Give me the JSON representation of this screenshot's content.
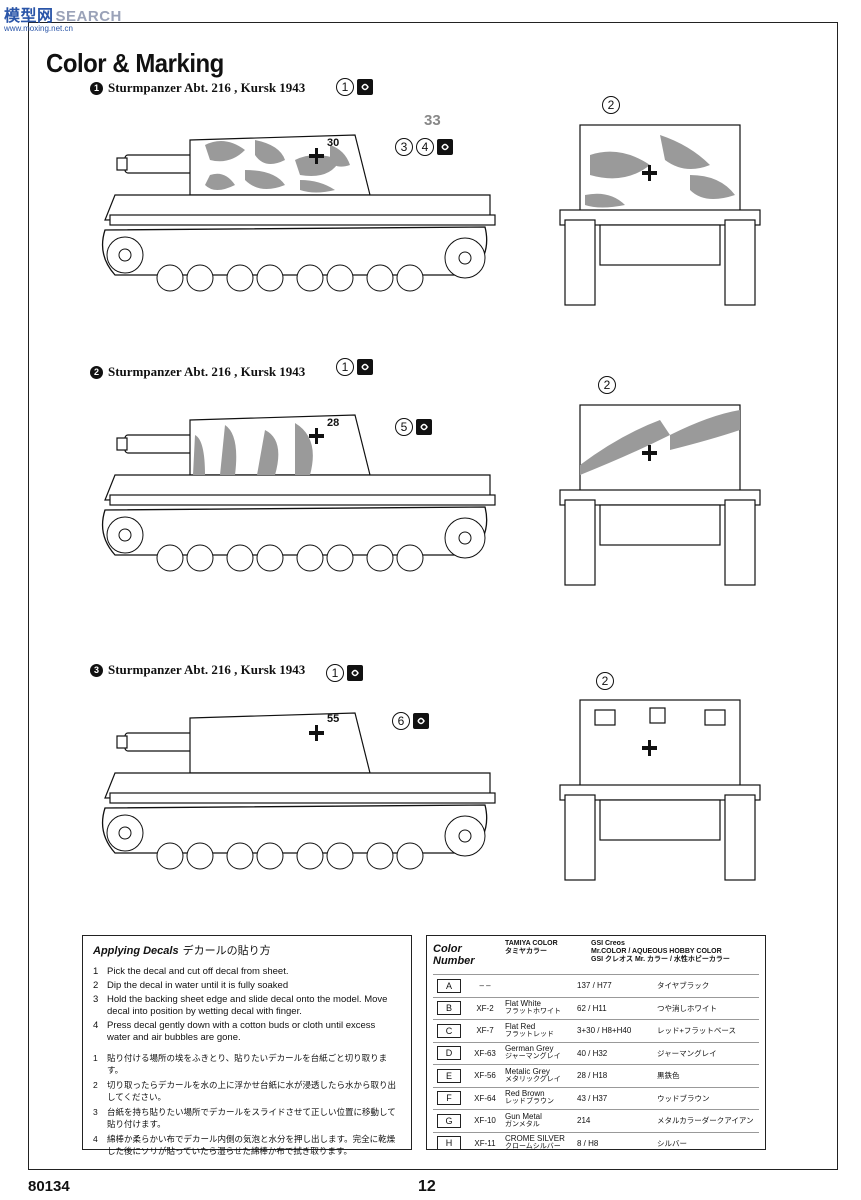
{
  "watermark": {
    "cn": "模型网",
    "text": "SEARCH",
    "url": "www.moxing.net.cn"
  },
  "title": "Color & Marking",
  "sections": [
    {
      "number": "1",
      "label": "Sturmpanzer Abt. 216 , Kursk 1943",
      "callouts": [
        "1",
        "3",
        "4"
      ],
      "rear_callout": "2",
      "turret_number": "30",
      "decal_33": "33"
    },
    {
      "number": "2",
      "label": "Sturmpanzer Abt. 216 , Kursk 1943",
      "callouts": [
        "1",
        "5"
      ],
      "rear_callout": "2",
      "turret_number": "28"
    },
    {
      "number": "3",
      "label": "Sturmpanzer Abt. 216 , Kursk 1943",
      "callouts": [
        "1",
        "6"
      ],
      "rear_callout": "2",
      "turret_number": "55"
    }
  ],
  "decals": {
    "title": "Applying Decals",
    "title_jp": "デカールの貼り方",
    "steps": [
      {
        "n": "1",
        "text": "Pick the decal and cut off decal from sheet."
      },
      {
        "n": "2",
        "text": "Dip the decal in water until it is fully soaked"
      },
      {
        "n": "3",
        "text": "Hold the backing sheet edge and slide decal onto the model. Move decal into position by wetting decal with finger."
      },
      {
        "n": "4",
        "text": "Press decal gently down with a cotton buds or cloth until excess water and air bubbles are gone."
      }
    ],
    "steps_jp": [
      {
        "n": "1",
        "text": "貼り付ける場所の埃をふきとり、貼りたいデカールを台紙ごと切り取ります。"
      },
      {
        "n": "2",
        "text": "切り取ったらデカールを水の上に浮かせ台紙に水が浸透したら水から取り出してください。"
      },
      {
        "n": "3",
        "text": "台紙を持ち貼りたい場所でデカールをスライドさせて正しい位置に移動して貼り付けます。"
      },
      {
        "n": "4",
        "text": "綿棒か柔らかい布でデカール内側の気泡と水分を押し出します。完全に乾燥した後にソリが貼っていたら湿らせた綿棒か布で拭き取ります。"
      }
    ]
  },
  "colors": {
    "title": "Color Number",
    "tamiya_head": "TAMIYA COLOR",
    "tamiya_head_jp": "タミヤカラー",
    "gsi_head": "GSI Creos",
    "gsi_head2": "Mr.COLOR / AQUEOUS HOBBY COLOR",
    "gsi_head_jp": "GSI クレオス Mr. カラー / 水性ホビーカラー",
    "rows": [
      {
        "letter": "A",
        "code": "– –",
        "name": "",
        "name_jp": "",
        "gsi": "137 / H77",
        "gsi_jp": "タイヤブラック"
      },
      {
        "letter": "B",
        "code": "XF-2",
        "name": "Flat White",
        "name_jp": "フラットホワイト",
        "gsi": "62 / H11",
        "gsi_jp": "つや消しホワイト"
      },
      {
        "letter": "C",
        "code": "XF-7",
        "name": "Flat Red",
        "name_jp": "フラットレッド",
        "gsi": "3+30 / H8+H40",
        "gsi_jp": "レッド+フラットベース"
      },
      {
        "letter": "D",
        "code": "XF-63",
        "name": "German Grey",
        "name_jp": "ジャーマングレイ",
        "gsi": "40 / H32",
        "gsi_jp": "ジャーマングレイ"
      },
      {
        "letter": "E",
        "code": "XF-56",
        "name": "Metalic Grey",
        "name_jp": "メタリックグレイ",
        "gsi": "28 / H18",
        "gsi_jp": "黒鉄色"
      },
      {
        "letter": "F",
        "code": "XF-64",
        "name": "Red Brown",
        "name_jp": "レッドブラウン",
        "gsi": "43 / H37",
        "gsi_jp": "ウッドブラウン"
      },
      {
        "letter": "G",
        "code": "XF-10",
        "name": "Gun Metal",
        "name_jp": "ガンメタル",
        "gsi": "214",
        "gsi_jp": "メタルカラーダークアイアン"
      },
      {
        "letter": "H",
        "code": "XF-11",
        "name": "CROME SILVER",
        "name_jp": "クロームシルバー",
        "gsi": "8 / H8",
        "gsi_jp": "シルバー"
      }
    ]
  },
  "footer": {
    "kit_code": "80134",
    "page": "12"
  }
}
